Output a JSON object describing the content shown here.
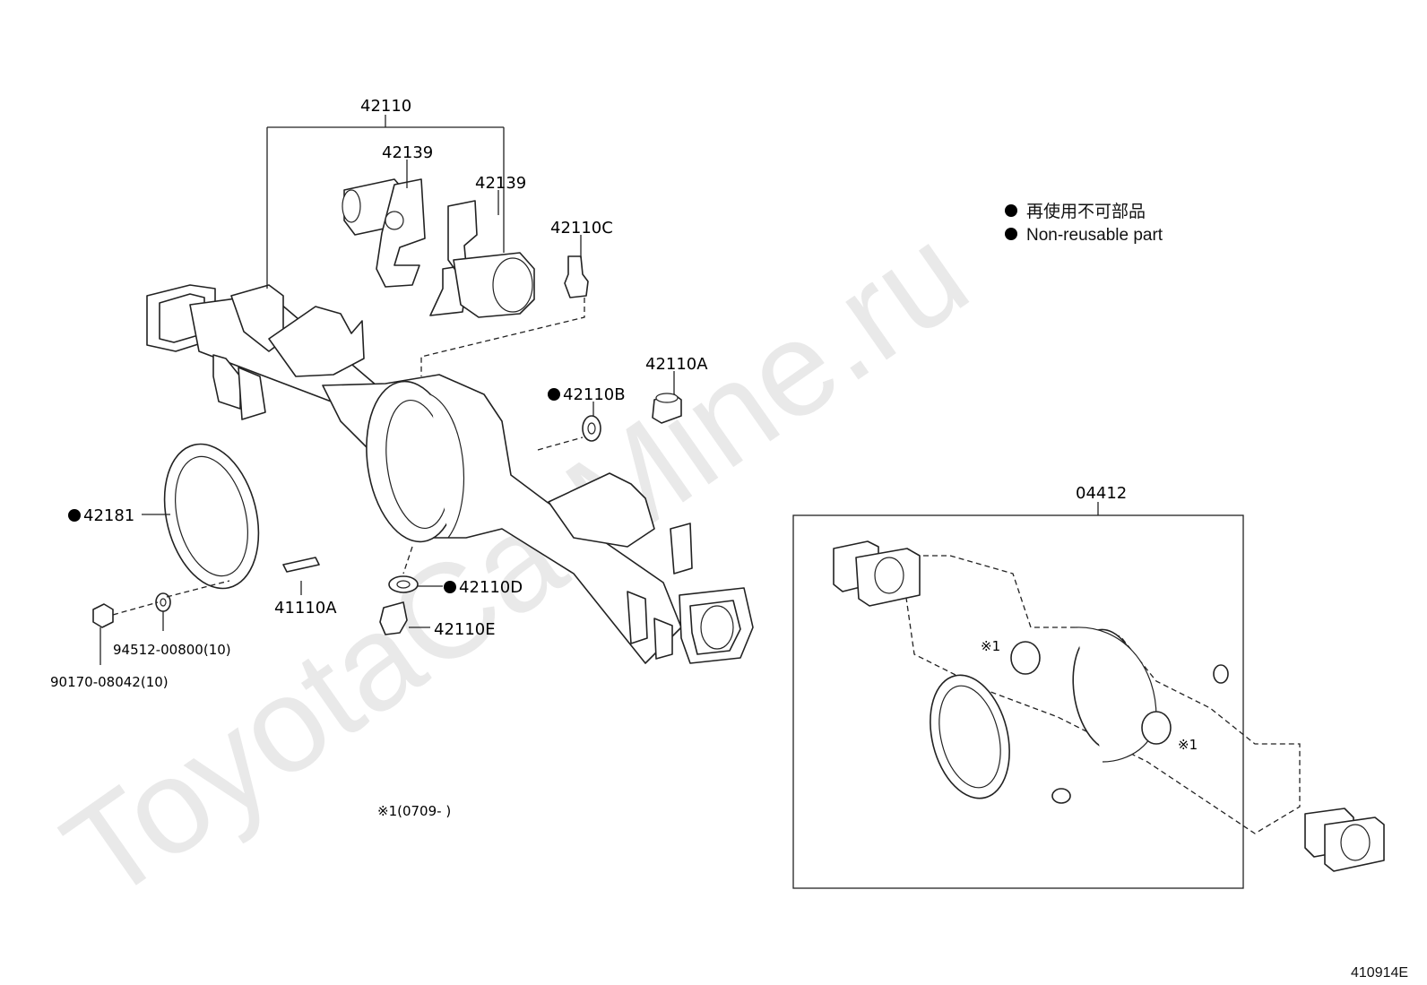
{
  "watermark": "ToyotaCarMine.ru",
  "legend": {
    "jp": "再使用不可部品",
    "en": "Non-reusable part"
  },
  "labels": {
    "p42110": "42110",
    "p42139a": "42139",
    "p42139b": "42139",
    "p42110C": "42110C",
    "p42110A": "42110A",
    "p42110B": "42110B",
    "p42181": "42181",
    "p41110A": "41110A",
    "p42110D": "42110D",
    "p42110E": "42110E",
    "p94512": "94512-00800(10)",
    "p90170": "90170-08042(10)",
    "p04412": "04412",
    "note1": "※1(0709-      )",
    "ref1": "※1",
    "ref2": "※1"
  },
  "diagram_code": "410914E"
}
